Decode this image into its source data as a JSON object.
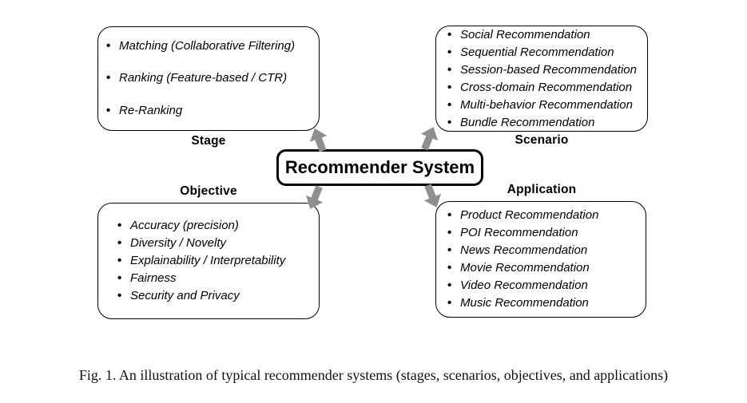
{
  "diagram": {
    "center": {
      "title": "Recommender System"
    },
    "groups": {
      "stage": {
        "label": "Stage",
        "items": [
          "Matching (Collaborative Filtering)",
          "Ranking (Feature-based / CTR)",
          "Re-Ranking"
        ]
      },
      "scenario": {
        "label": "Scenario",
        "items": [
          "Social Recommendation",
          "Sequential Recommendation",
          "Session-based Recommendation",
          "Cross-domain Recommendation",
          "Multi-behavior Recommendation",
          "Bundle Recommendation"
        ]
      },
      "objective": {
        "label": "Objective",
        "items": [
          "Accuracy (precision)",
          "Diversity / Novelty",
          "Explainability / Interpretability",
          "Fairness",
          "Security and Privacy"
        ]
      },
      "application": {
        "label": "Application",
        "items": [
          "Product Recommendation",
          "POI Recommendation",
          "News Recommendation",
          "Movie Recommendation",
          "Video Recommendation",
          "Music Recommendation"
        ]
      }
    },
    "arrows": [
      {
        "name": "arrow-to-stage",
        "direction": "up-left"
      },
      {
        "name": "arrow-to-scenario",
        "direction": "up-right"
      },
      {
        "name": "arrow-to-objective",
        "direction": "down-left"
      },
      {
        "name": "arrow-to-application",
        "direction": "down-right"
      }
    ],
    "colors": {
      "arrow": "#8f8f8f",
      "box_border": "#000000",
      "background": "#ffffff",
      "text": "#000000"
    }
  },
  "caption": "Fig. 1.  An illustration of typical recommender systems (stages, scenarios, objectives, and applications)"
}
